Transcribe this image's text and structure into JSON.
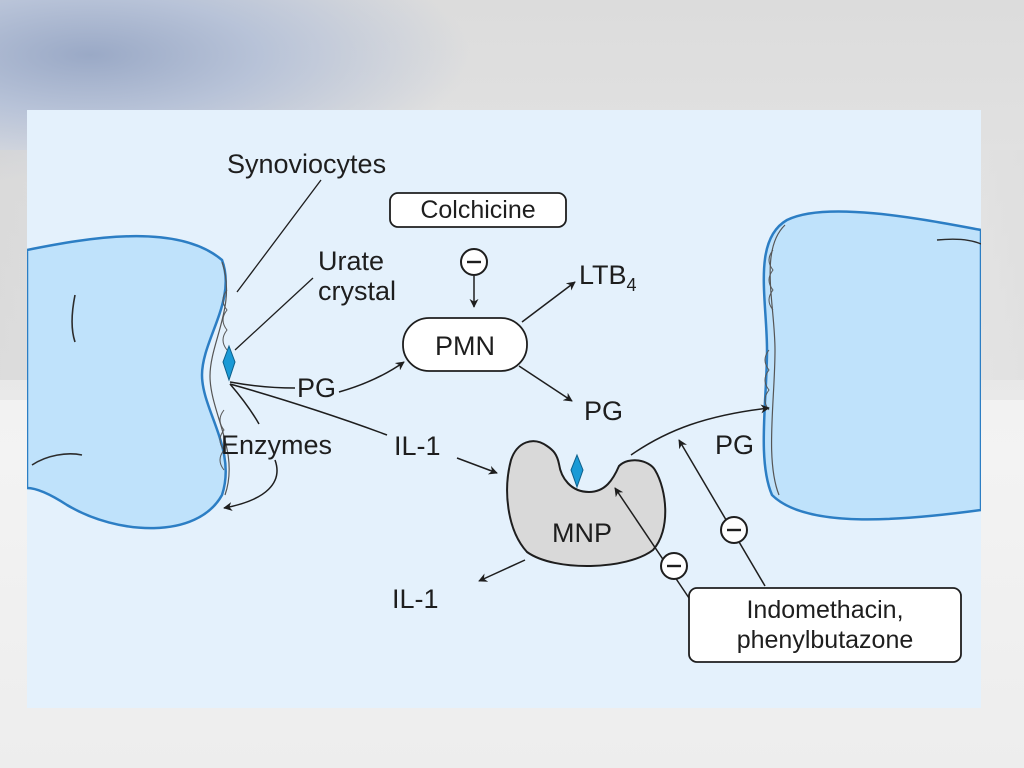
{
  "labels": {
    "synoviocytes": "Synoviocytes",
    "colchicine": "Colchicine",
    "urate": "Urate",
    "crystal": "crystal",
    "ltb": "LTB",
    "ltb_sub": "4",
    "pmn": "PMN",
    "pg_left": "PG",
    "pg_mid": "PG",
    "pg_right": "PG",
    "enzymes": "Enzymes",
    "il1_mid": "IL-1",
    "il1_low": "IL-1",
    "mnp": "MNP",
    "indomethacin": "Indomethacin,",
    "phenylbutazone": "phenylbutazone"
  },
  "colors": {
    "bone_fill": "#bfe2fb",
    "bone_stroke": "#2c7ec4",
    "crystal": "#1a9ad6",
    "cell_fill": "#d9d9d9",
    "panel": "#e4f1fc"
  }
}
